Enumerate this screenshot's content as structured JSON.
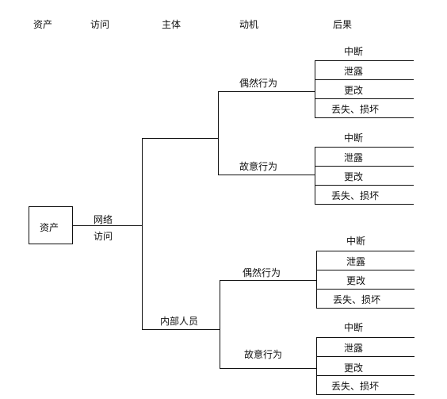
{
  "headers": {
    "asset": "资产",
    "access": "访问",
    "subject": "主体",
    "motive": "动机",
    "consequence": "后果"
  },
  "root": {
    "label": "资产"
  },
  "access": {
    "line1": "网络",
    "line2": "访问"
  },
  "subject_internal": "内部人员",
  "motives": {
    "accidental": "偶然行为",
    "intentional": "故意行为"
  },
  "consequences": {
    "interrupt": "中断",
    "leak": "泄露",
    "modify": "更改",
    "loss": "丢失、损坏"
  }
}
